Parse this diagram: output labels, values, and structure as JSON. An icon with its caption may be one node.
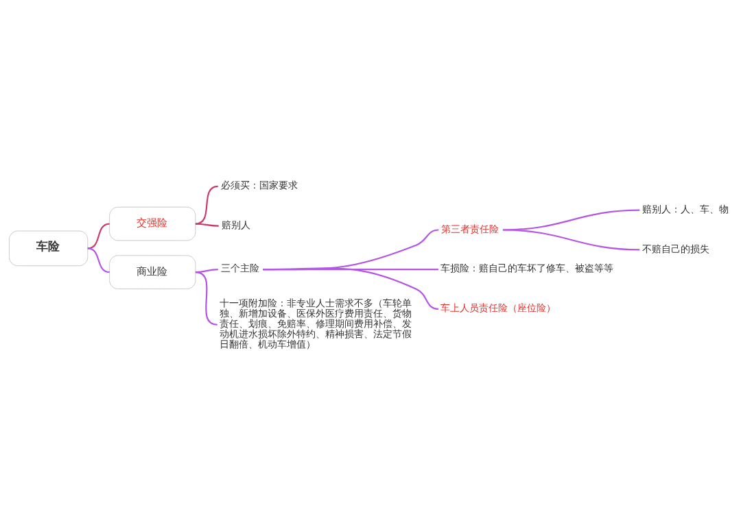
{
  "diagram": {
    "nodes": [
      {
        "text": [
          "车险"
        ]
      },
      {
        "text": [
          "交强险"
        ]
      },
      {
        "text": [
          "必须买：国家要求"
        ]
      },
      {
        "text": [
          "赔别人"
        ]
      },
      {
        "text": [
          "商业险"
        ]
      },
      {
        "text": [
          "三个主险"
        ]
      },
      {
        "text": [
          "第三者责任险"
        ]
      },
      {
        "text": [
          "赔别人：人、车、物"
        ]
      },
      {
        "text": [
          "不赔自己的损失"
        ]
      },
      {
        "text": [
          "车损险：赔自己的车坏了修车、被盗等等"
        ]
      },
      {
        "text": [
          "车上人员责任险（座位险）"
        ]
      },
      {
        "text": [
          "十一项附加险：非专业人士需求不多（车轮单独、新增加设备、医保外医疗费用责任、货物责任、划痕、免赔率、修理期间费用补偿、发动机进水损坏除外特约、精神损害、法定节假日翻倍、机动车增值）"
        ]
      }
    ],
    "edges": [
      {
        "from": 0,
        "to": 1,
        "arrow": "none",
        "color": "#cc3a6b"
      },
      {
        "from": 1,
        "to": 2,
        "arrow": "none",
        "color": "#cc3a6b"
      },
      {
        "from": 1,
        "to": 3,
        "arrow": "none",
        "color": "#cc3a6b"
      },
      {
        "from": 0,
        "to": 4,
        "arrow": "none"
      },
      {
        "from": 4,
        "to": 5,
        "arrow": "none"
      },
      {
        "from": 5,
        "to": 6,
        "arrow": "none"
      },
      {
        "from": 6,
        "to": 7,
        "arrow": "none"
      },
      {
        "from": 6,
        "to": 8,
        "arrow": "none"
      },
      {
        "from": 5,
        "to": 9,
        "arrow": "none"
      },
      {
        "from": 5,
        "to": 10,
        "arrow": "none"
      },
      {
        "from": 4,
        "to": 11,
        "arrow": "none"
      }
    ]
  }
}
